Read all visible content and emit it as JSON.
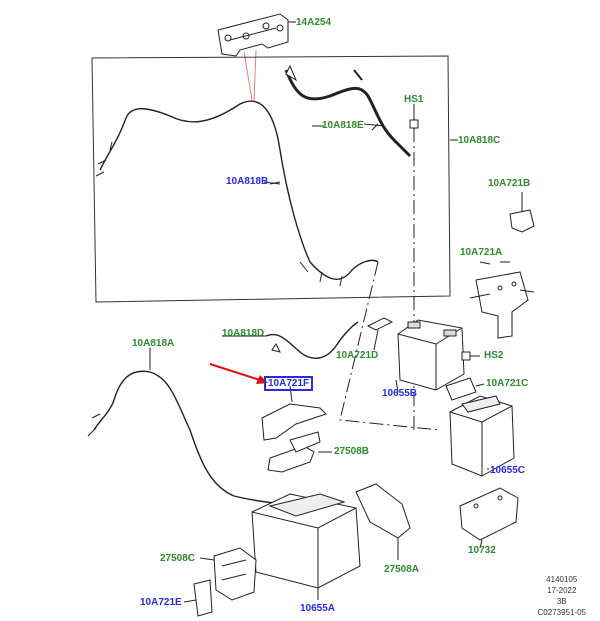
{
  "labels": {
    "l14A254": "14A254",
    "lHS1": "HS1",
    "l10A818E": "10A818E",
    "l10A818C": "10A818C",
    "l10A818B": "10A818B",
    "l10A721B": "10A721B",
    "l10A721A": "10A721A",
    "l10A818D": "10A818D",
    "l10A721D": "10A721D",
    "lHS2": "HS2",
    "l10A818A": "10A818A",
    "l10A721F": "10A721F",
    "l10655B": "10655B",
    "l10A721C": "10A721C",
    "l27508B": "27508B",
    "l10655C": "10655C",
    "l10732": "10732",
    "l27508C": "27508C",
    "l27508A": "27508A",
    "l10A721E": "10A721E",
    "l10655A": "10655A"
  },
  "meta": {
    "line1": "4140105",
    "line2": "17-2022",
    "line3": "3B",
    "line4": "C0273951-05"
  },
  "colors": {
    "part_label_green": "#2e8b2e",
    "part_label_blue": "#2a2ae0",
    "pointer_arrow": "#e01010",
    "callout_line": "#e08080"
  }
}
